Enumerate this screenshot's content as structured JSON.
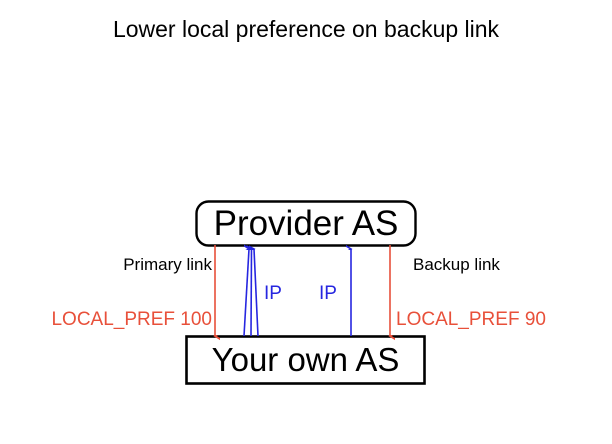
{
  "title": "Lower local preference on backup link",
  "nodes": {
    "provider": {
      "label": "Provider AS",
      "shape": "rounded-rectangle"
    },
    "customer": {
      "label": "Your own AS",
      "shape": "rectangle"
    }
  },
  "links": {
    "primary": {
      "name_label": "Primary link",
      "pref_label": "LOCAL_PREF 100",
      "direction": "down",
      "color": "#e8503a"
    },
    "backup": {
      "name_label": "Backup link",
      "pref_label": "LOCAL_PREF 90",
      "direction": "down",
      "color": "#e8503a"
    }
  },
  "traffic": {
    "primary_flow": {
      "label": "IP",
      "arrow_count": 3,
      "direction": "up",
      "color": "#2626e0"
    },
    "backup_flow": {
      "label": "IP",
      "arrow_count": 1,
      "direction": "up",
      "color": "#2626e0"
    }
  },
  "colors": {
    "text": "#000000",
    "red": "#e8503a",
    "blue": "#2626e0",
    "background": "#ffffff"
  }
}
